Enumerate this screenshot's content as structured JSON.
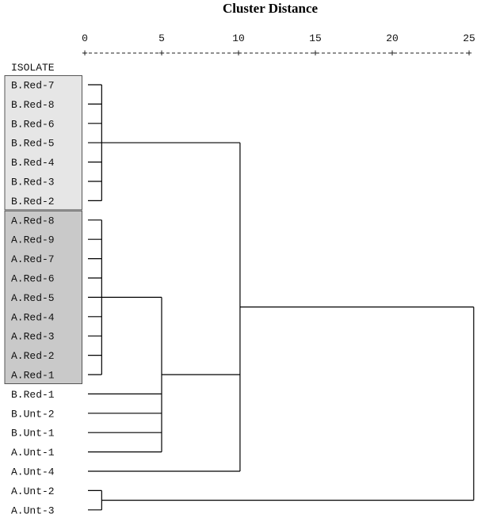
{
  "chart_data": {
    "type": "dendrogram",
    "title": "Cluster Distance",
    "axis": {
      "ticks": [
        0,
        5,
        10,
        15,
        20,
        25
      ],
      "range": [
        0,
        25
      ]
    },
    "row_header": "ISOLATE",
    "leaves": [
      "B.Red-7",
      "B.Red-8",
      "B.Red-6",
      "B.Red-5",
      "B.Red-4",
      "B.Red-3",
      "B.Red-2",
      "A.Red-8",
      "A.Red-9",
      "A.Red-7",
      "A.Red-6",
      "A.Red-5",
      "A.Red-4",
      "A.Red-3",
      "A.Red-2",
      "A.Red-1",
      "B.Red-1",
      "B.Unt-2",
      "B.Unt-1",
      "A.Unt-1",
      "A.Unt-4",
      "A.Unt-2",
      "A.Unt-3"
    ],
    "groups": [
      {
        "name": "B.Red",
        "start": 0,
        "end": 6,
        "color": "#e6e6e6"
      },
      {
        "name": "A.Red",
        "start": 7,
        "end": 15,
        "color": "#c9c9c9"
      }
    ],
    "merges": [
      {
        "id": "BR",
        "children": [
          0,
          1,
          2,
          3,
          4,
          5,
          6
        ],
        "distance": 1.1
      },
      {
        "id": "AR",
        "children": [
          7,
          8,
          9,
          10,
          11,
          12,
          13,
          14,
          15
        ],
        "distance": 1.1
      },
      {
        "id": "AU23",
        "children": [
          21,
          22
        ],
        "distance": 1.1
      },
      {
        "id": "M5",
        "children": [
          "AR",
          16,
          17,
          18,
          19
        ],
        "distance": 5.0
      },
      {
        "id": "M10",
        "children": [
          "BR",
          "M5",
          20
        ],
        "distance": 10.1
      },
      {
        "id": "ROOT",
        "children": [
          "M10",
          "AU23"
        ],
        "distance": 25.3
      }
    ]
  }
}
